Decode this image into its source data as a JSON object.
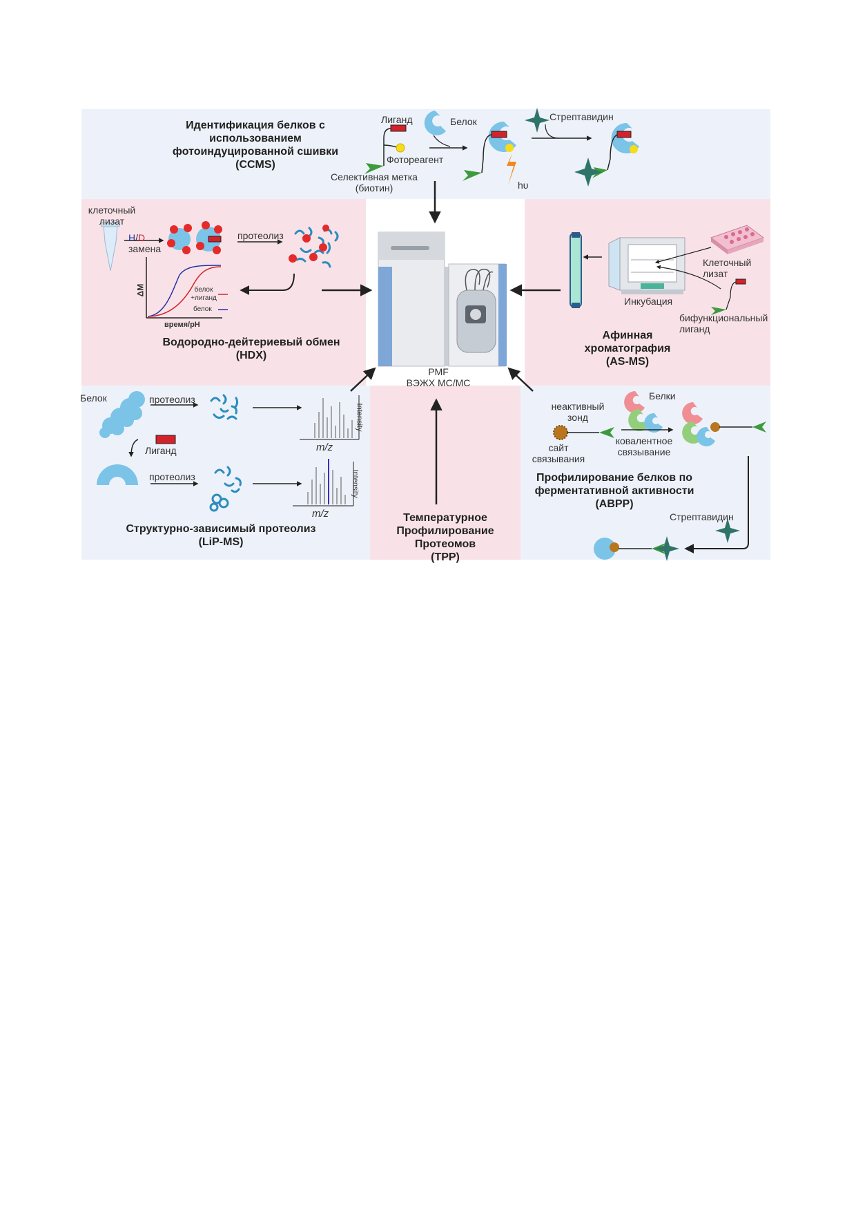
{
  "ccms": {
    "title": [
      "Идентификация белков с",
      "использованием",
      "фотоиндуцированной сшивки",
      "(CCMS)"
    ],
    "ligand": "Лиганд",
    "protein": "Белок",
    "streptavidin": "Стрептавидин",
    "photoreagent": "Фотореагент",
    "tag": [
      "Селективная метка",
      "(биотин)"
    ],
    "hv": "hυ"
  },
  "hdx": {
    "lysate": [
      "клеточный",
      "лизат"
    ],
    "hd_h": "H",
    "hd_slash": "/",
    "hd_d": "D",
    "exchange": "замена",
    "proteolysis": "протеолиз",
    "ylabel": "ΔM",
    "xlabel": "время/pH",
    "legend_ligand": [
      "белок",
      "+лиганд"
    ],
    "legend_protein": "белок",
    "title": [
      "Водородно-дейтериевый обмен",
      "(HDX)"
    ]
  },
  "center": {
    "caption": [
      "PMF",
      "ВЭЖХ МС/МС"
    ]
  },
  "asms": {
    "lysate": [
      "Клеточный",
      "лизат"
    ],
    "incubation": "Инкубация",
    "bifunctional": [
      "бифункциональный",
      "лиганд"
    ],
    "title": [
      "Афинная",
      "хроматография",
      "(AS-MS)"
    ]
  },
  "lip": {
    "protein": "Белок",
    "proteolysis_1": "протеолиз",
    "proteolysis_2": "протеолиз",
    "ligand": "Лиганд",
    "intensity": "Intensity",
    "mz": "m/z",
    "title": [
      "Структурно-зависимый протеолиз",
      "(LiP-MS)"
    ]
  },
  "tpp": {
    "title": [
      "Температурное",
      "Профилирование",
      "Протеомов",
      "(TPP)"
    ]
  },
  "abpp": {
    "probe": [
      "неактивный",
      "зонд"
    ],
    "proteins": "Белки",
    "site": [
      "сайт",
      "связывания"
    ],
    "covalent": [
      "ковалентное",
      "связывание"
    ],
    "title": [
      "Профилирование белков по",
      "ферментативной активности",
      "(ABPP)"
    ],
    "streptavidin": "Стрептавидин"
  },
  "colors": {
    "panel_blue": "#edf2fa",
    "panel_pink": "#f8e2e8",
    "protein_blue": "#7cc3e8",
    "ligand_red": "#d3222a",
    "photo_yellow": "#f6dc1a",
    "strept_green": "#2f7468",
    "tag_green": "#3d9a3d"
  }
}
